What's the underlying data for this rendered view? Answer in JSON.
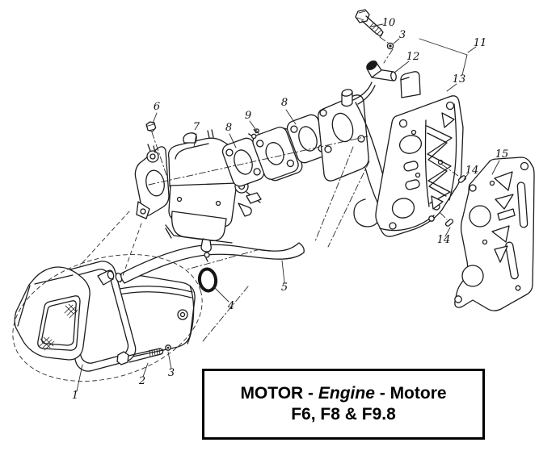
{
  "title_box": {
    "line1_part1": "MOTOR - ",
    "line1_part2": "Engine",
    "line1_part3": " - Motore",
    "line2": "F6, F8 & F9.8"
  },
  "callouts": [
    {
      "label": "1"
    },
    {
      "label": "2"
    },
    {
      "label": "3"
    },
    {
      "label": "4"
    },
    {
      "label": "5"
    },
    {
      "label": "6"
    },
    {
      "label": "7"
    },
    {
      "label": "8"
    },
    {
      "label": "9"
    },
    {
      "label": "8"
    },
    {
      "label": "10"
    },
    {
      "label": "3"
    },
    {
      "label": "12"
    },
    {
      "label": "11"
    },
    {
      "label": "13"
    },
    {
      "label": "14"
    },
    {
      "label": "15"
    },
    {
      "label": "14"
    }
  ],
  "colors": {
    "ink": "#1c1c1c",
    "background": "#ffffff"
  }
}
